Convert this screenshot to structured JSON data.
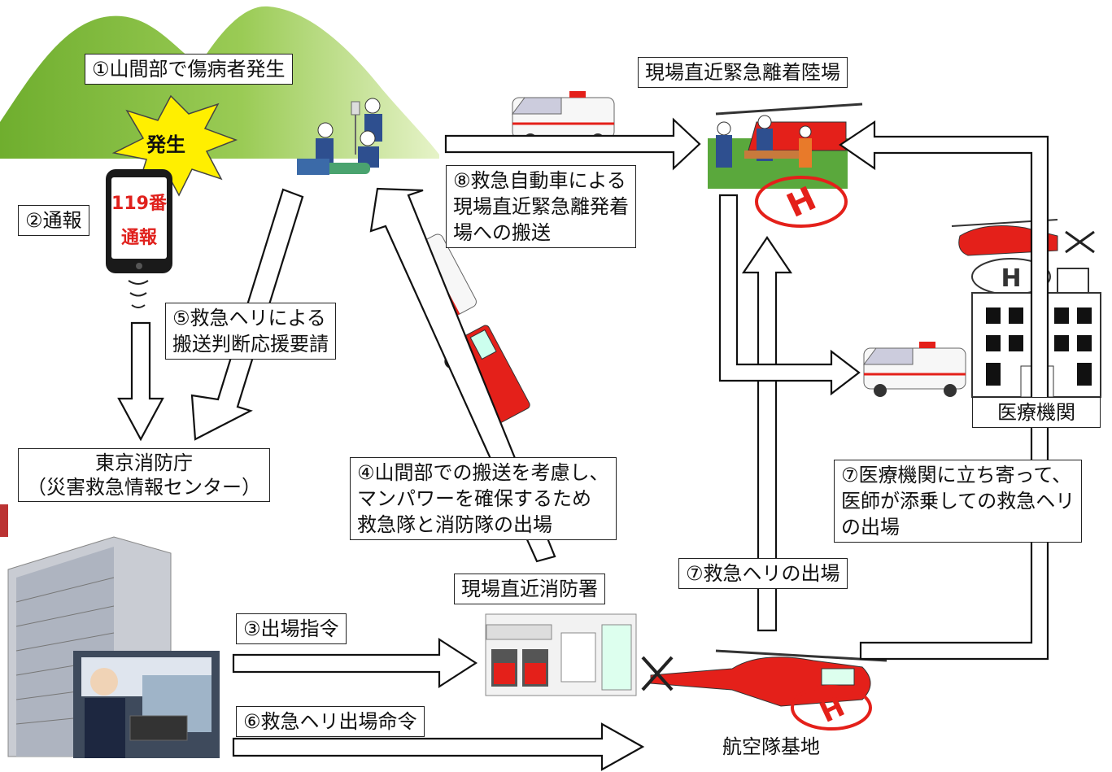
{
  "steps": {
    "s1": "①山間部で傷病者発生",
    "s2": "②通報",
    "s3": "③出場指令",
    "s4": [
      "④山間部での搬送を考慮し、",
      "マンパワーを確保するため",
      "救急隊と消防隊の出場"
    ],
    "s5": [
      "⑤救急ヘリによる",
      "搬送判断応援要請"
    ],
    "s6": "⑥救急ヘリ出場命令",
    "s7a": "⑦救急ヘリの出場",
    "s7b": [
      "⑦医療機関に立ち寄って、",
      "医師が添乗しての救急ヘリ",
      "の出場"
    ],
    "s8": [
      "⑧救急自動車による",
      "現場直近緊急離発着",
      "場への搬送"
    ]
  },
  "labels": {
    "occurrence": "発生",
    "phone_line1": "119番",
    "phone_line2": "通報",
    "tokyo_fd": [
      "東京消防庁",
      "（災害救急情報センター）"
    ],
    "nearest_station": "現場直近消防署",
    "landing_site": "現場直近緊急離着陸場",
    "hospital": "医療機関",
    "air_base": "航空隊基地"
  },
  "colors": {
    "mountain": "#7fb83a",
    "mountain_light": "#d8ecb0",
    "burst": "#ffef00",
    "heli_red": "#e4201a",
    "grass": "#5aa83c",
    "phone_red": "#e0201c"
  }
}
